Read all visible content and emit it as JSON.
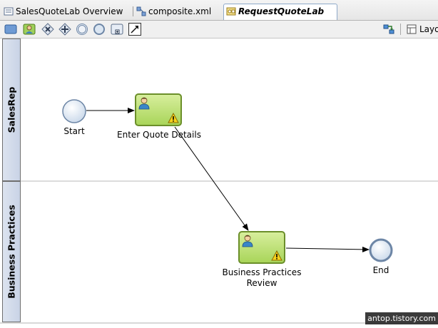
{
  "tabs": [
    {
      "label": "SalesQuoteLab Overview",
      "active": false,
      "icon": "overview-icon"
    },
    {
      "label": "composite.xml",
      "active": false,
      "icon": "composite-icon"
    },
    {
      "label": "RequestQuoteLab",
      "active": true,
      "icon": "bpmn-process-icon"
    }
  ],
  "toolbar": {
    "buttons": [
      "lane-icon",
      "user-task-icon",
      "exclusive-gateway-icon",
      "parallel-gateway-icon",
      "intermediate-event-icon",
      "end-event-icon",
      "subprocess-icon",
      "sequence-flow-icon"
    ],
    "layout_label": "Layo"
  },
  "process": {
    "lanes": [
      {
        "label": "SalesRep"
      },
      {
        "label": "Business Practices"
      }
    ],
    "nodes": {
      "start": {
        "label": "Start"
      },
      "enter_quote": {
        "label": "Enter Quote Details"
      },
      "bp_review_line1": "Business Practices",
      "bp_review_line2": "Review",
      "end": {
        "label": "End"
      }
    }
  },
  "colors": {
    "task_fill": "#b7dd6c",
    "task_border": "#6b8f2a",
    "event_fill": "#dbe6f2",
    "event_border": "#6d86a6",
    "lane_header": "#d3dbea"
  },
  "watermark": "antop.tistory.com"
}
